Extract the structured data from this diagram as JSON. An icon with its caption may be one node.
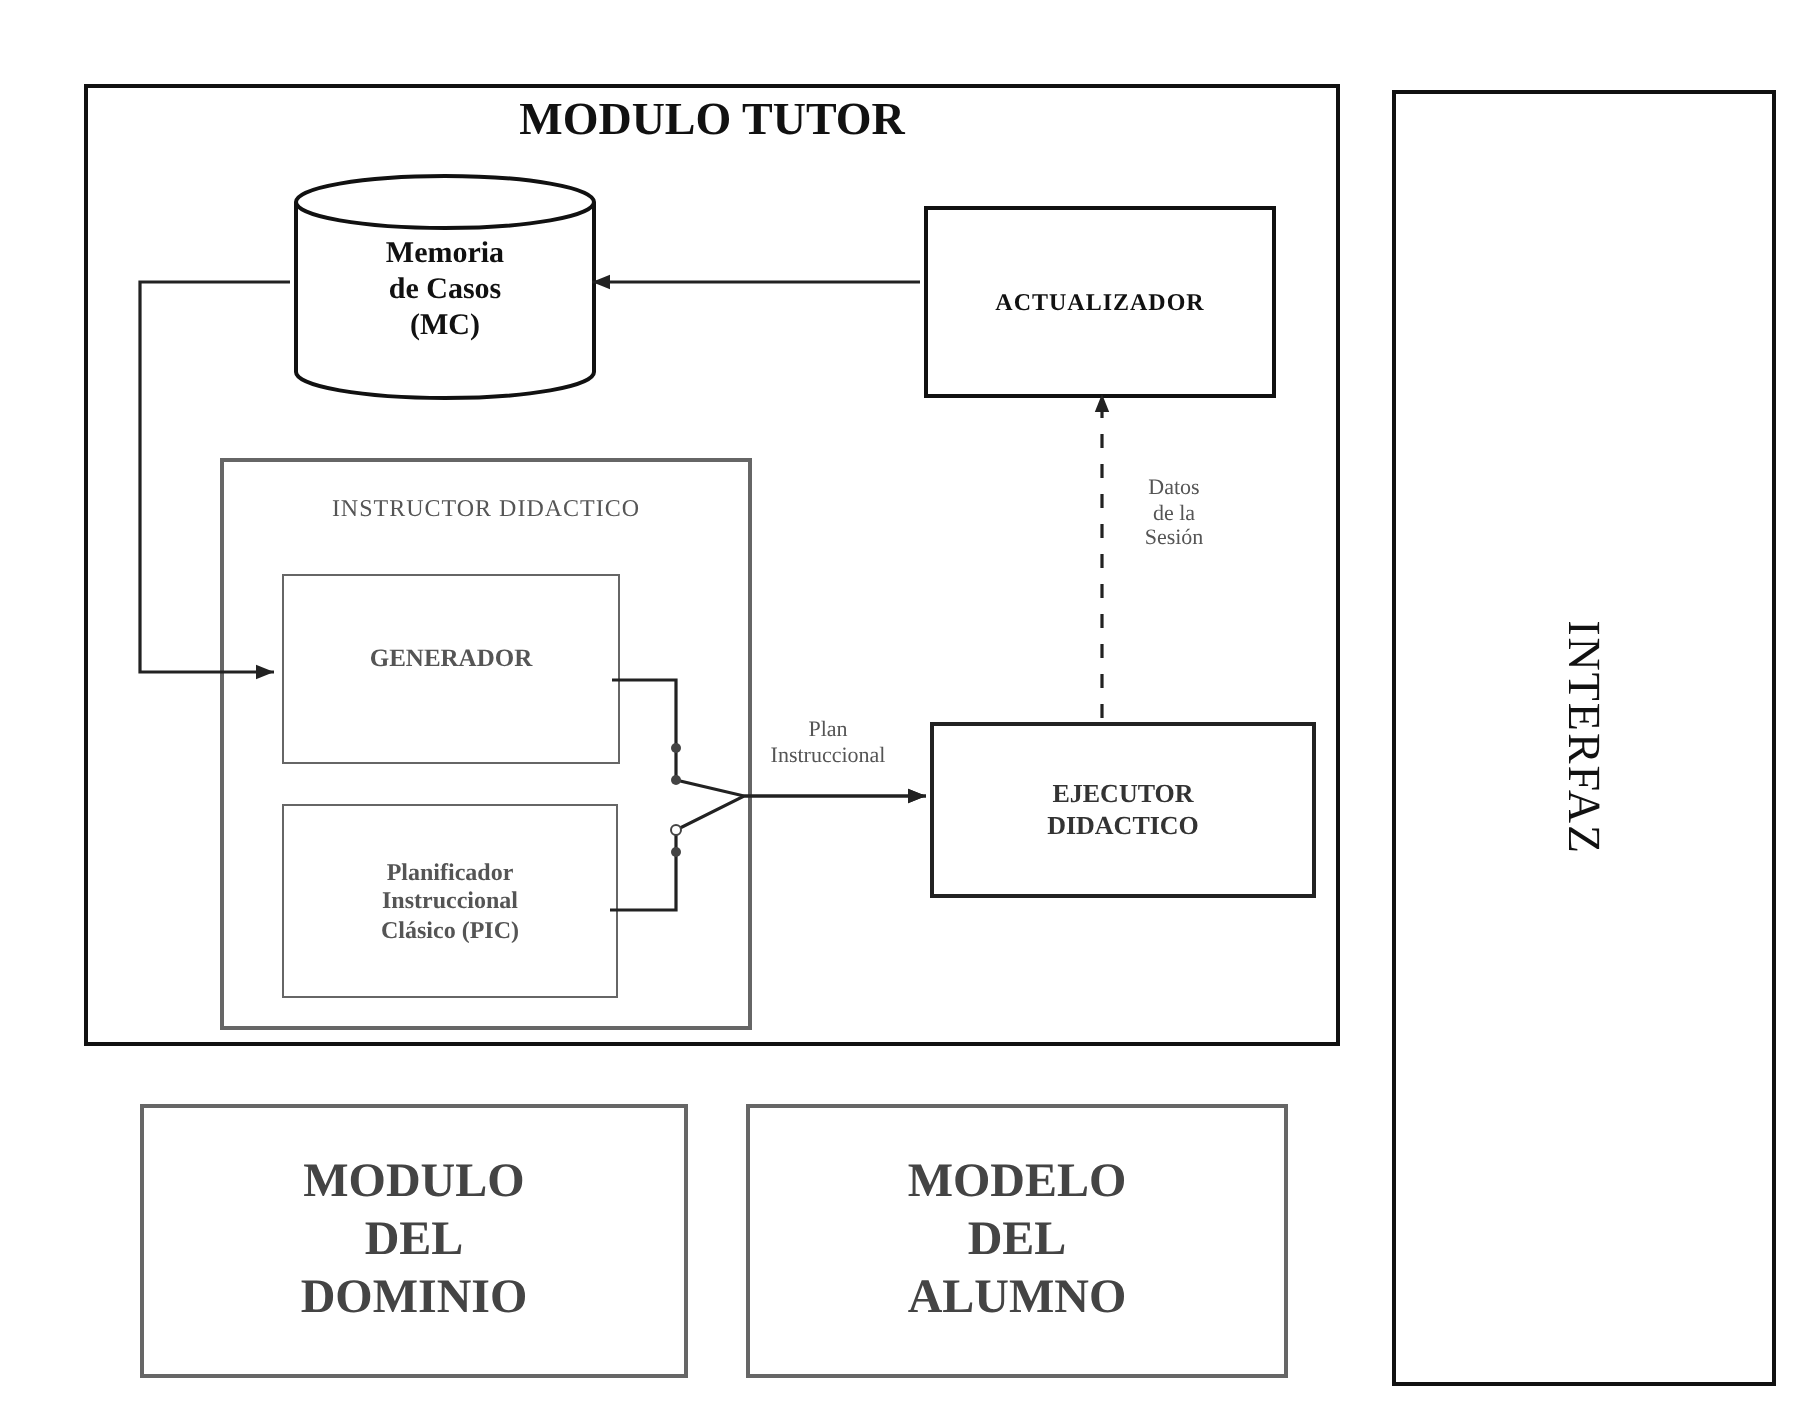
{
  "diagram": {
    "nodes": [
      {
        "text": [
          "MODULO TUTOR"
        ]
      },
      {
        "text": [
          "Memoria de Casos (MC)"
        ],
        "in": 0
      },
      {
        "text": [
          "ACTUALIZADOR"
        ],
        "in": 0
      },
      {
        "text": [
          "INSTRUCTOR DIDACTICO"
        ],
        "in": 0
      },
      {
        "text": [
          "GENERADOR"
        ],
        "in": 3
      },
      {
        "text": [
          "Planificador Instruccional Clásico (PIC)"
        ],
        "in": 3
      },
      {
        "text": [
          "EJECUTOR DIDACTICO"
        ],
        "in": 0
      },
      {
        "text": [
          "MODULO DEL DOMINIO"
        ]
      },
      {
        "text": [
          "MODELO DEL ALUMNO"
        ]
      },
      {
        "text": [
          "INTERFAZ"
        ]
      }
    ],
    "edges": [
      {
        "from": 2,
        "to": 1,
        "arrow": "to"
      },
      {
        "from": 1,
        "to": 4,
        "arrow": "to"
      },
      {
        "from": 4,
        "to": 6,
        "arrow": "to",
        "label": "Plan Instruccional"
      },
      {
        "from": 5,
        "to": 6,
        "arrow": "to"
      },
      {
        "from": 6,
        "to": 2,
        "arrow": "to",
        "label": "Datos de la Sesión",
        "style": "dashed"
      }
    ]
  }
}
